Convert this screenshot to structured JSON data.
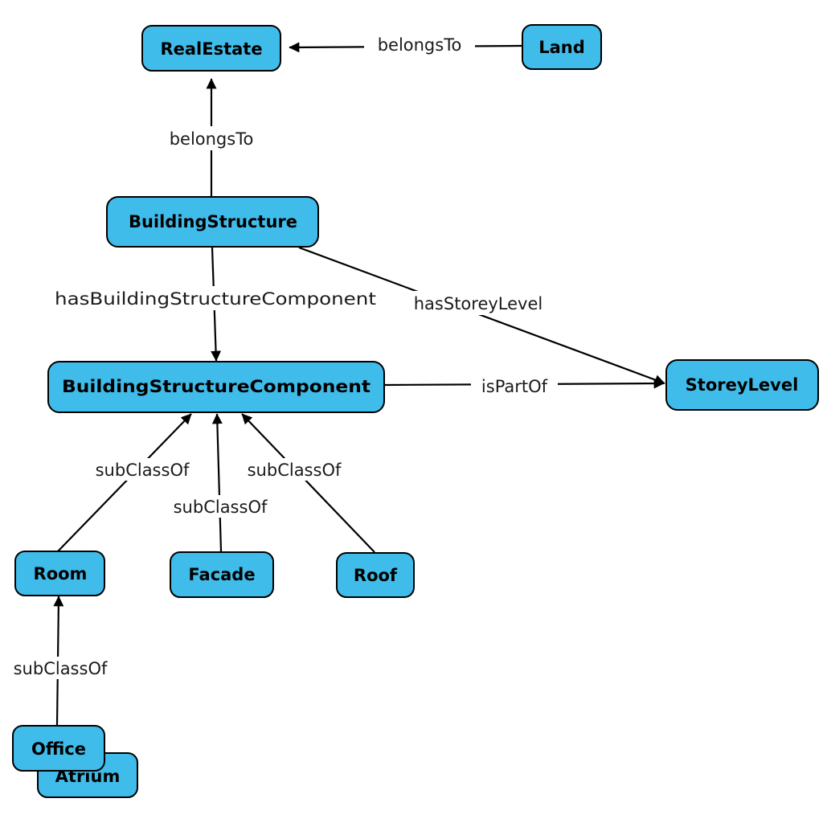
{
  "colors": {
    "node_fill": "#40BCEA",
    "node_border": "#000000",
    "edge": "#000000"
  },
  "nodes": {
    "real_estate": "RealEstate",
    "land": "Land",
    "building_structure": "BuildingStructure",
    "building_structure_component": "BuildingStructureComponent",
    "storey_level": "StoreyLevel",
    "room": "Room",
    "facade": "Facade",
    "roof": "Roof",
    "atrium": "Atrium",
    "office": "Office"
  },
  "edges": {
    "land_to_real_estate": "belongsTo",
    "building_to_real_estate": "belongsTo",
    "has_component": "hasBuildingStructureComponent",
    "has_storey_level": "hasStoreyLevel",
    "is_part_of": "isPartOf",
    "room_subclass": "subClassOf",
    "facade_subclass": "subClassOf",
    "roof_subclass": "subClassOf",
    "office_subclass": "subClassOf"
  }
}
